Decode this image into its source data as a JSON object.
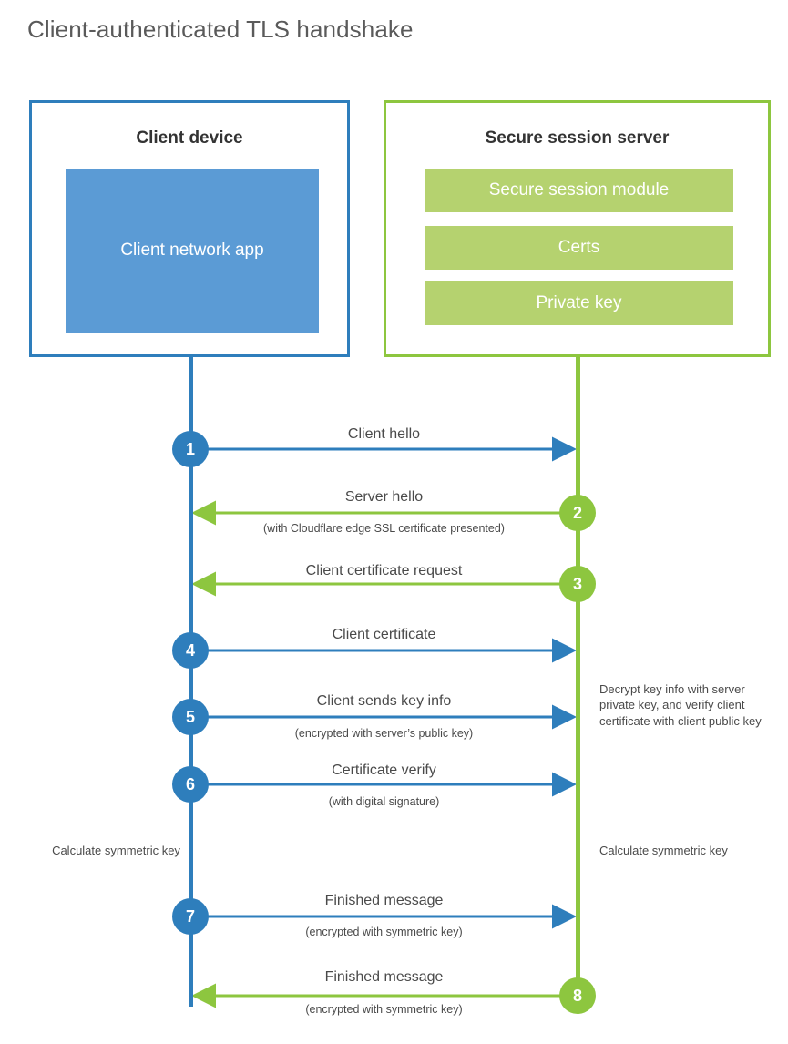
{
  "title": "Client-authenticated TLS handshake",
  "actors": {
    "client": {
      "title": "Client device",
      "app_label": "Client network app",
      "color": "#2e7ebc",
      "fill": "#5b9bd5"
    },
    "server": {
      "title": "Secure session server",
      "color": "#8dc63f",
      "fill": "#b5d26f",
      "components": [
        {
          "label": "Secure session module"
        },
        {
          "label": "Certs"
        },
        {
          "label": "Private key"
        }
      ]
    }
  },
  "chart_data": {
    "type": "diagram",
    "subtype": "sequence",
    "title": "Client-authenticated TLS handshake",
    "participants": [
      "Client device",
      "Secure session server"
    ],
    "steps": [
      {
        "number": "1",
        "label": "Client hello",
        "sub": "",
        "from": "client",
        "to": "server",
        "color": "#2e7ebc"
      },
      {
        "number": "2",
        "label": "Server hello",
        "sub": "(with Cloudflare edge SSL certificate presented)",
        "from": "server",
        "to": "client",
        "color": "#8dc63f"
      },
      {
        "number": "3",
        "label": "Client certificate request",
        "sub": "",
        "from": "server",
        "to": "client",
        "color": "#8dc63f"
      },
      {
        "number": "4",
        "label": "Client certificate",
        "sub": "",
        "from": "client",
        "to": "server",
        "color": "#2e7ebc"
      },
      {
        "number": "5",
        "label": "Client sends key info",
        "sub": "(encrypted with server’s public key)",
        "from": "client",
        "to": "server",
        "color": "#2e7ebc"
      },
      {
        "number": "6",
        "label": "Certificate verify",
        "sub": "(with digital signature)",
        "from": "client",
        "to": "server",
        "color": "#2e7ebc"
      },
      {
        "number": "7",
        "label": "Finished message",
        "sub": "(encrypted with symmetric key)",
        "from": "client",
        "to": "server",
        "color": "#2e7ebc"
      },
      {
        "number": "8",
        "label": "Finished message",
        "sub": "(encrypted with symmetric key)",
        "from": "server",
        "to": "client",
        "color": "#8dc63f"
      }
    ],
    "notes": [
      {
        "side": "server",
        "text": "Decrypt key info with server private key, and verify client certificate with client public key"
      },
      {
        "side": "client",
        "text": "Calculate symmetric key"
      },
      {
        "side": "server",
        "text": "Calculate symmetric key"
      }
    ]
  }
}
